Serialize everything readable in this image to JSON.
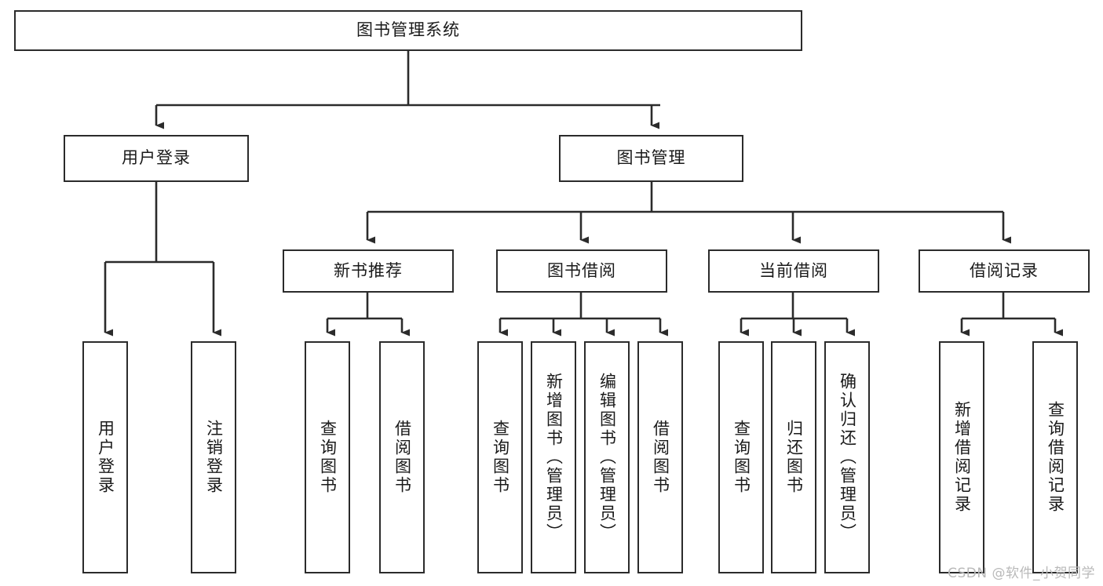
{
  "diagram": {
    "title": "图书管理系统",
    "type": "tree",
    "background_color": "#ffffff",
    "line_color": "#2b2b2b",
    "box_border_color": "#2b2b2b",
    "text_color": "#1a1a1a",
    "root": {
      "id": "root",
      "label": "图书管理系统",
      "orientation": "horizontal"
    },
    "level2": [
      {
        "id": "user-login",
        "label": "用户登录",
        "orientation": "horizontal"
      },
      {
        "id": "book-manage",
        "label": "图书管理",
        "orientation": "horizontal"
      }
    ],
    "level3": [
      {
        "id": "new-book-recommend",
        "label": "新书推荐",
        "orientation": "horizontal",
        "parent": "book-manage"
      },
      {
        "id": "book-borrow",
        "label": "图书借阅",
        "orientation": "horizontal",
        "parent": "book-manage"
      },
      {
        "id": "current-borrow",
        "label": "当前借阅",
        "orientation": "horizontal",
        "parent": "book-manage"
      },
      {
        "id": "borrow-record",
        "label": "借阅记录",
        "orientation": "horizontal",
        "parent": "book-manage"
      }
    ],
    "leaves": [
      {
        "id": "leaf-user-login",
        "label": "用户登录",
        "orientation": "vertical",
        "parent": "user-login"
      },
      {
        "id": "leaf-logout",
        "label": "注销登录",
        "orientation": "vertical",
        "parent": "user-login"
      },
      {
        "id": "leaf-query-book-1",
        "label": "查询图书",
        "orientation": "vertical",
        "parent": "new-book-recommend"
      },
      {
        "id": "leaf-borrow-book-1",
        "label": "借阅图书",
        "orientation": "vertical",
        "parent": "new-book-recommend"
      },
      {
        "id": "leaf-query-book-2",
        "label": "查询图书",
        "orientation": "vertical",
        "parent": "book-borrow"
      },
      {
        "id": "leaf-add-book",
        "label": "新增图书（管理员）",
        "orientation": "vertical",
        "parent": "book-borrow"
      },
      {
        "id": "leaf-edit-book",
        "label": "编辑图书（管理员）",
        "orientation": "vertical",
        "parent": "book-borrow"
      },
      {
        "id": "leaf-borrow-book-2",
        "label": "借阅图书",
        "orientation": "vertical",
        "parent": "book-borrow"
      },
      {
        "id": "leaf-query-book-3",
        "label": "查询图书",
        "orientation": "vertical",
        "parent": "current-borrow"
      },
      {
        "id": "leaf-return-book",
        "label": "归还图书",
        "orientation": "vertical",
        "parent": "current-borrow"
      },
      {
        "id": "leaf-confirm-return",
        "label": "确认归还（管理员）",
        "orientation": "vertical",
        "parent": "current-borrow"
      },
      {
        "id": "leaf-add-record",
        "label": "新增借阅记录",
        "orientation": "vertical",
        "parent": "borrow-record"
      },
      {
        "id": "leaf-query-record",
        "label": "查询借阅记录",
        "orientation": "vertical",
        "parent": "borrow-record"
      }
    ]
  },
  "watermark": {
    "text": "CSDN @软件_小贺同学"
  }
}
